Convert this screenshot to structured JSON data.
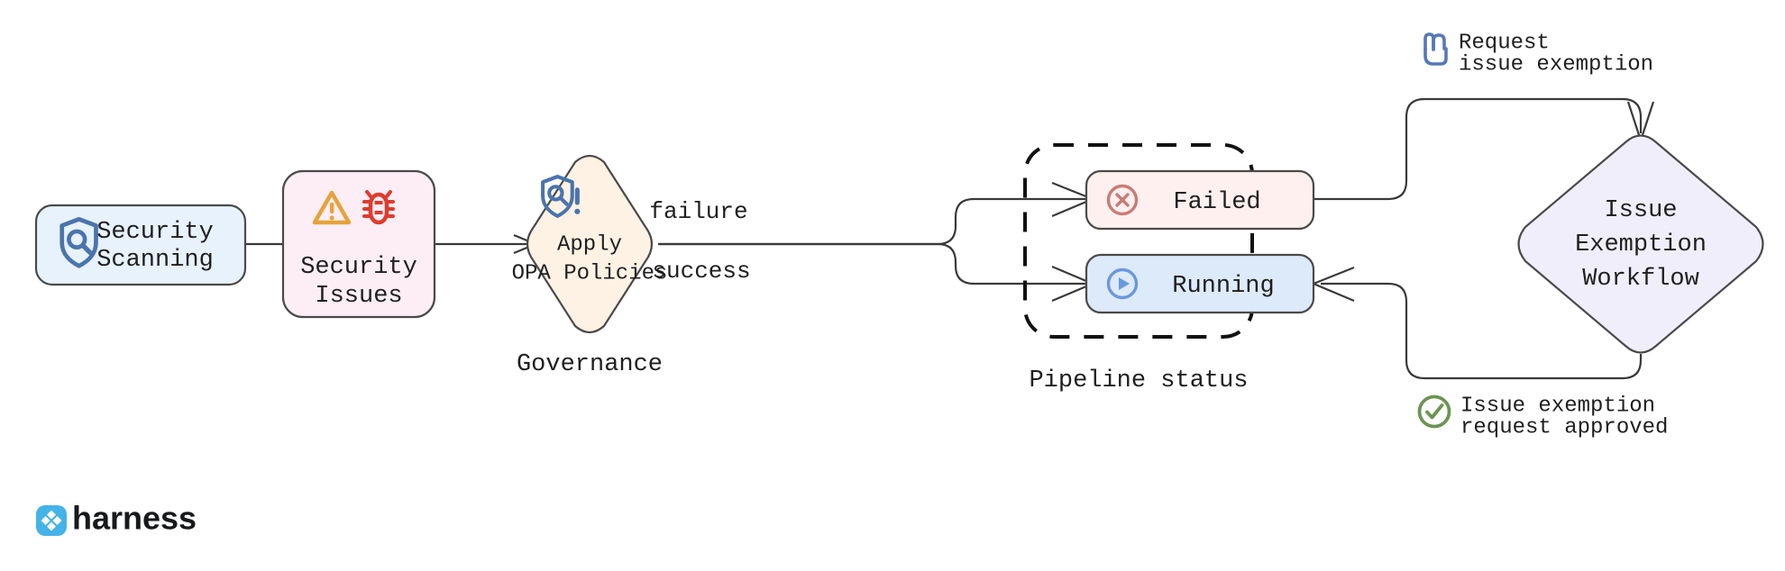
{
  "diagram": {
    "title": "Security scanning governance and issue exemption flow",
    "background": "#ffffff"
  },
  "nodes": {
    "security_scanning": {
      "label_line1": "Security",
      "label_line2": "Scanning",
      "icon": "shield-search-icon",
      "fill": "#e8f2fc",
      "stroke": "#4a4a4a"
    },
    "security_issues": {
      "label_line1": "Security",
      "label_line2": "Issues",
      "icon_warning": "warning-triangle-icon",
      "icon_bug": "bug-icon",
      "fill": "#fdeef5",
      "stroke": "#4a4a4a"
    },
    "apply_opa_policies": {
      "label_line1": "Apply",
      "label_line2": "OPA Policies",
      "icon": "shield-alert-icon",
      "caption": "Governance",
      "fill": "#fdf2e4",
      "stroke": "#4a4a4a"
    },
    "failed": {
      "label": "Failed",
      "icon": "circle-x-icon",
      "fill": "#fdf0ef",
      "stroke": "#4a4a4a",
      "icon_color": "#c97b76"
    },
    "running": {
      "label": "Running",
      "icon": "circle-play-icon",
      "fill": "#ddeafa",
      "stroke": "#4a4a4a",
      "icon_color": "#6b97de"
    },
    "pipeline_status_group": {
      "caption": "Pipeline status",
      "stroke": "#111111"
    },
    "issue_exemption_workflow": {
      "label_line1": "Issue",
      "label_line2": "Exemption",
      "label_line3": "Workflow",
      "fill": "#f0eefb",
      "stroke": "#4a4a4a"
    }
  },
  "edges": {
    "failure_label": "failure",
    "success_label": "success"
  },
  "annotations": {
    "request_exemption": {
      "line1": "Request",
      "line2": "issue exemption",
      "icon": "click-hand-icon",
      "icon_color": "#5578b8"
    },
    "approved": {
      "line1": "Issue exemption",
      "line2": "request approved",
      "icon": "check-circle-icon",
      "icon_color": "#6d9454"
    }
  },
  "branding": {
    "logo_name": "harness-logo",
    "wordmark": "harness",
    "logo_color": "#44b3e8"
  }
}
